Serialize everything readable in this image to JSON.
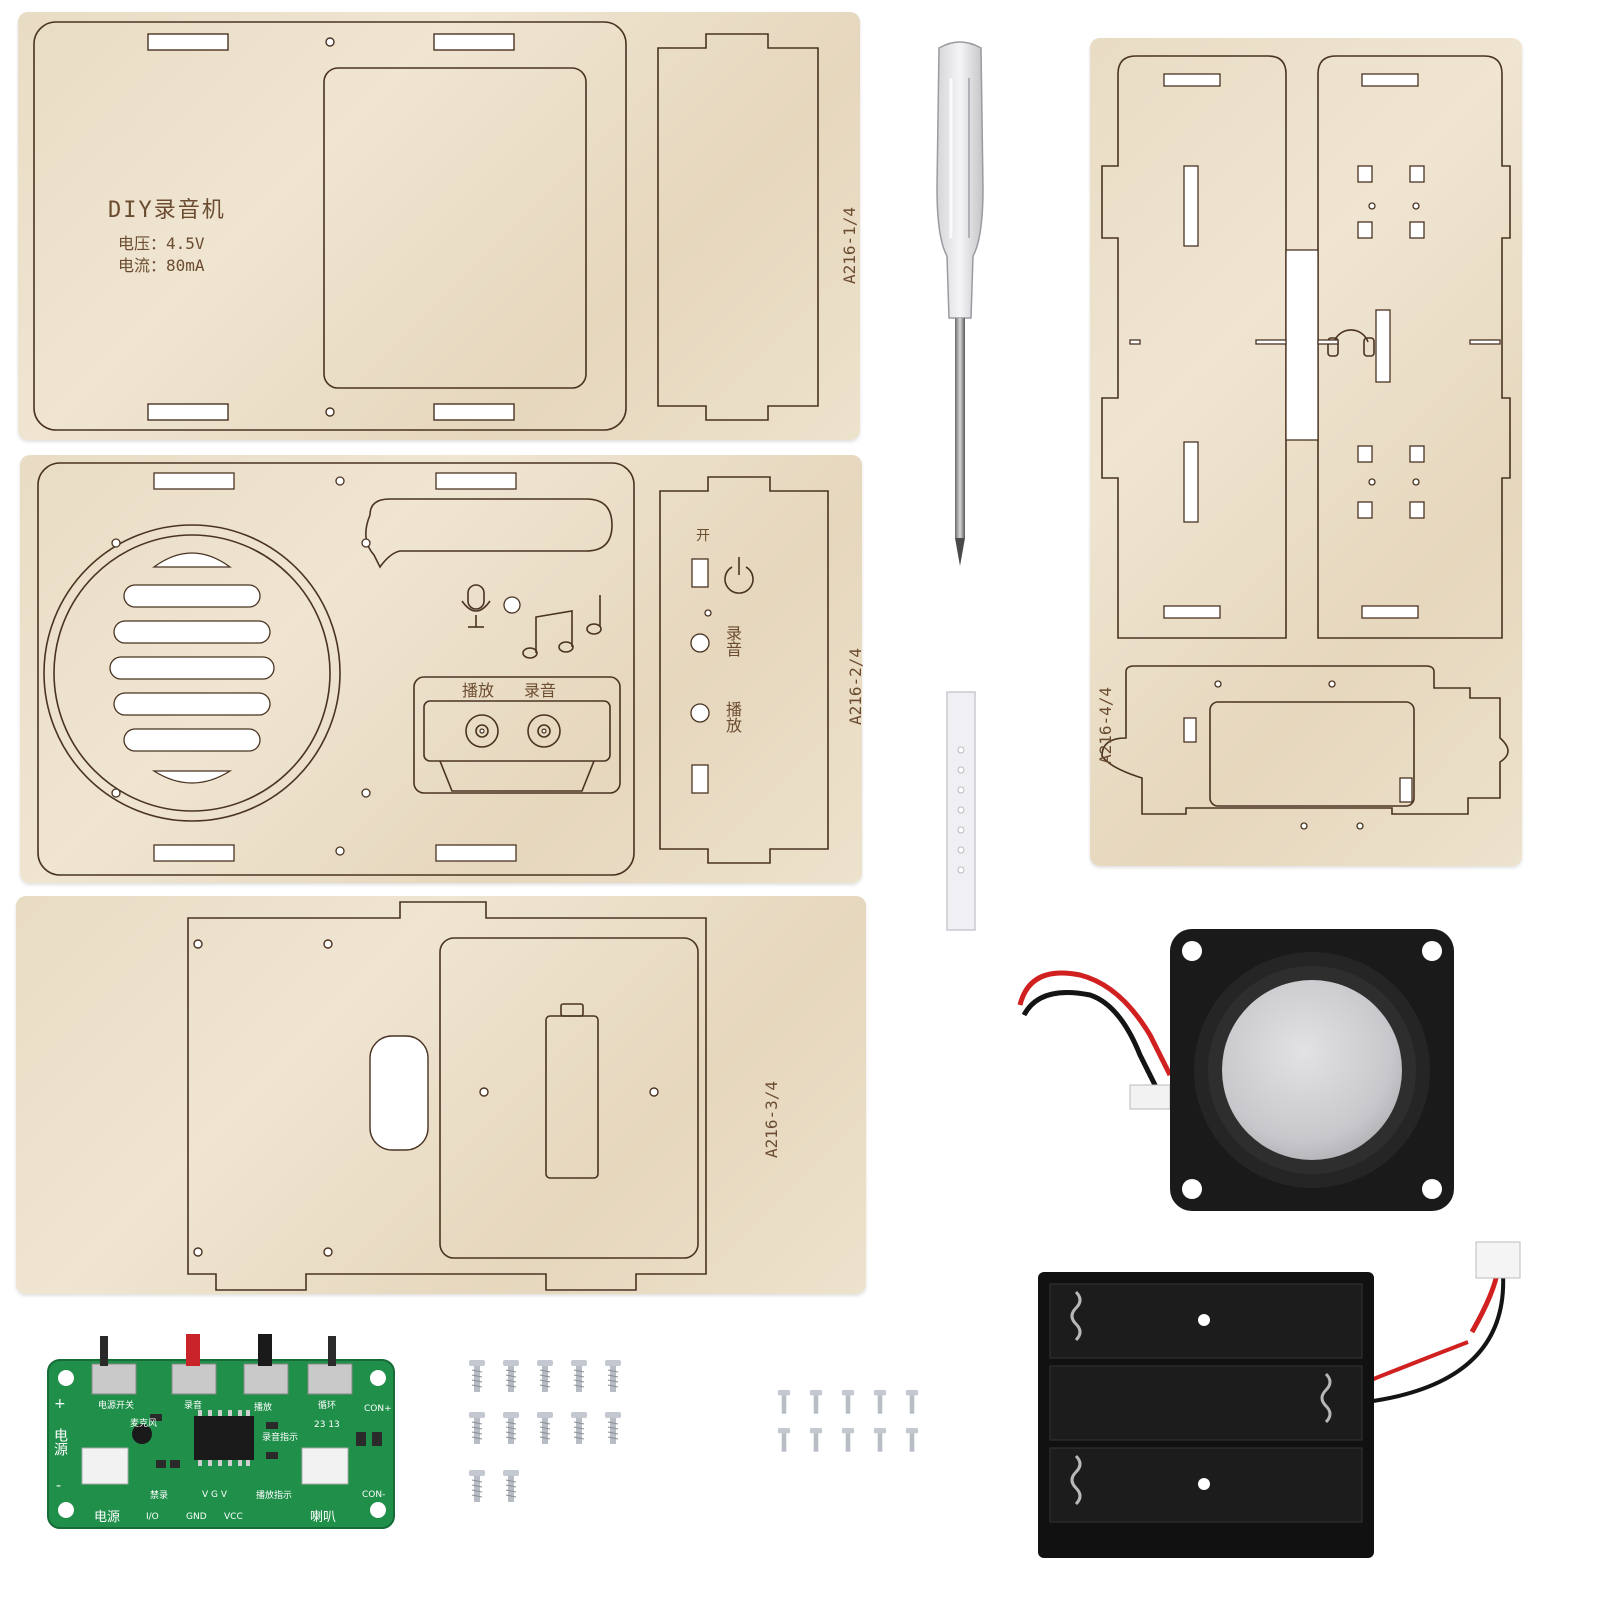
{
  "panel1": {
    "title": "DIY录音机",
    "voltage": "电压：4.5V",
    "current": "电流：80mA",
    "code": "A216-1/4"
  },
  "panel2": {
    "code": "A216-2/4",
    "switch_on": "开",
    "record_side": "录音",
    "play_side": "播放",
    "tape_play": "播放",
    "tape_record": "录音"
  },
  "panel3": {
    "code": "A216-3/4"
  },
  "panel4": {
    "code": "A216-4/4"
  },
  "pcb": {
    "color": "#1f8f4a",
    "power_switch": "电源开关",
    "record": "录音",
    "play": "播放",
    "loop": "循环",
    "con_plus": "CON+",
    "con_minus": "CON-",
    "mic": "麦克风",
    "record_indicator": "录音指示",
    "play_indicator": "播放指示",
    "ic_code": "23 13",
    "power_vertical": "电源",
    "power_bottom": "电源",
    "speaker_label": "喇叭",
    "disable_record": "禁录",
    "io": "I/O",
    "gnd": "GND",
    "vcc": "VCC",
    "plus": "+",
    "minus": "-",
    "pins": "V G V"
  }
}
